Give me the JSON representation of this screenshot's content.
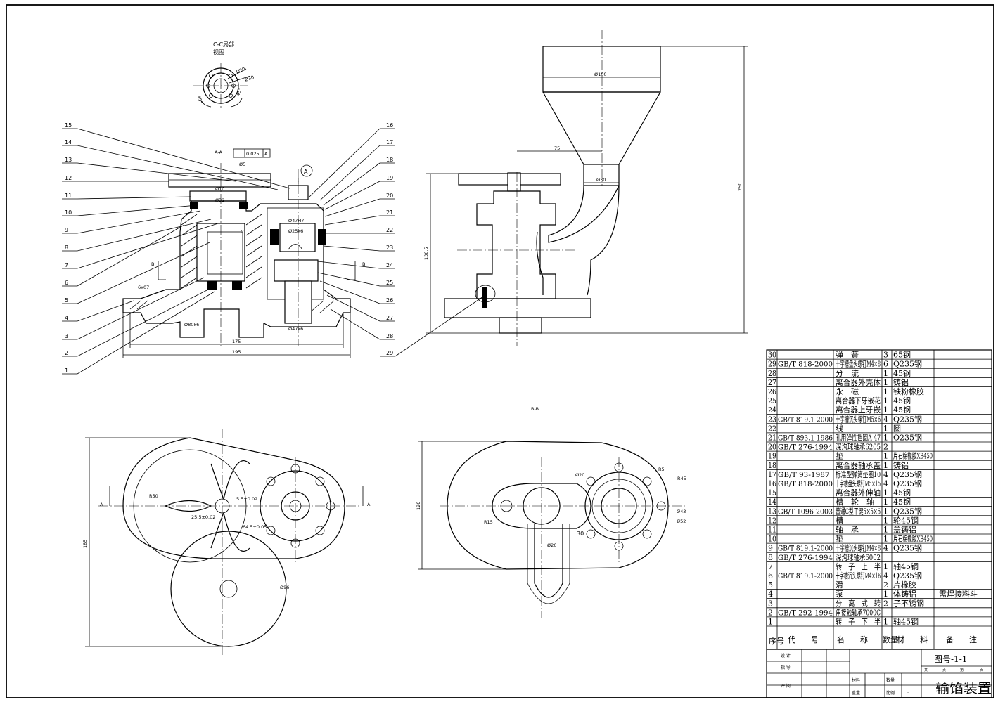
{
  "views": {
    "cc_title": "C-C局部",
    "cc_title2": "视图",
    "cc_dims": [
      "Ø20",
      "Ø30",
      "45°",
      "45°"
    ],
    "section_aa": "A-A",
    "tolerance": "0.025",
    "datum": "A",
    "bb_title": "B-B"
  },
  "balloons_left": [
    "15",
    "14",
    "13",
    "12",
    "11",
    "10",
    "9",
    "8",
    "7",
    "6",
    "5",
    "4",
    "3",
    "2",
    "1"
  ],
  "balloons_right": [
    "16",
    "17",
    "18",
    "19",
    "20",
    "21",
    "22",
    "23",
    "24",
    "25",
    "26",
    "27",
    "28",
    "29"
  ],
  "dims_front": {
    "d1": "Ø5",
    "d2": "Ø10",
    "d3": "Ø32",
    "d4": "Ø47H7",
    "d5": "Ø25k6",
    "d6": "6x07",
    "d7": "Ø80k6",
    "d8": "Ø47k6",
    "d9": "175",
    "d10": "195",
    "mark_c": "C",
    "mark_b": "B"
  },
  "dims_side": {
    "d100": "Ø100",
    "d75": "75",
    "d30": "Ø30",
    "d250": "250",
    "d136": "136.5"
  },
  "dims_plan": {
    "r50": "R50",
    "d55": "5.5±0.02",
    "d255": "25.5±0.02",
    "d645": "64.5±0.05",
    "d96": "Ø96",
    "d185": "185",
    "a": "A"
  },
  "dims_bb": {
    "d120": "120",
    "r5": "R5",
    "r45": "R45",
    "d43": "Ø43",
    "d52": "Ø52",
    "r15": "R15",
    "d26": "Ø26",
    "d30": "30",
    "d20": "Ø20"
  },
  "bom": [
    {
      "no": "30",
      "code": "",
      "name": "弹　簧",
      "qty": "3",
      "mat": "65钢",
      "note": ""
    },
    {
      "no": "29",
      "code": "GB/T 818-2000",
      "name": "十字槽盘头螺钉M4×8",
      "qty": "6",
      "mat": "Q235钢",
      "note": ""
    },
    {
      "no": "28",
      "code": "",
      "name": "分　流",
      "qty": "1",
      "mat": "45钢",
      "note": ""
    },
    {
      "no": "27",
      "code": "",
      "name": "离合器外壳体",
      "qty": "1",
      "mat": "铸铝",
      "note": ""
    },
    {
      "no": "26",
      "code": "",
      "name": "永　磁",
      "qty": "1",
      "mat": "铁粉橡胶",
      "note": ""
    },
    {
      "no": "25",
      "code": "",
      "name": "离合器下牙嵌花",
      "qty": "1",
      "mat": "45钢",
      "note": ""
    },
    {
      "no": "24",
      "code": "",
      "name": "离合器上牙嵌",
      "qty": "1",
      "mat": "45钢",
      "note": ""
    },
    {
      "no": "23",
      "code": "GB/T 819.1-2000",
      "name": "十字槽沉头螺钉M5×6",
      "qty": "4",
      "mat": "Q235钢",
      "note": ""
    },
    {
      "no": "22",
      "code": "",
      "name": "线",
      "qty": "1",
      "mat": "圈",
      "note": ""
    },
    {
      "no": "21",
      "code": "GB/T 893.1-1986",
      "name": "孔用弹性挡圈A-47",
      "qty": "1",
      "mat": "Q235钢",
      "note": ""
    },
    {
      "no": "20",
      "code": "GB/T 276-1994",
      "name": "深沟球轴承6205",
      "qty": "2",
      "mat": "",
      "note": ""
    },
    {
      "no": "19",
      "code": "",
      "name": "垫",
      "qty": "1",
      "mat": "片石棉橡胶XB450",
      "note": ""
    },
    {
      "no": "18",
      "code": "",
      "name": "离合器轴承盖",
      "qty": "1",
      "mat": "铸铝",
      "note": ""
    },
    {
      "no": "17",
      "code": "GB/T 93-1987",
      "name": "标准型弹簧垫圈10",
      "qty": "4",
      "mat": "Q235钢",
      "note": ""
    },
    {
      "no": "16",
      "code": "GB/T 818-2000",
      "name": "十字槽盘头螺钉M5×15",
      "qty": "4",
      "mat": "Q235钢",
      "note": ""
    },
    {
      "no": "15",
      "code": "",
      "name": "离合器外伸轴",
      "qty": "1",
      "mat": "45钢",
      "note": ""
    },
    {
      "no": "14",
      "code": "",
      "name": "槽　轮　轴",
      "qty": "1",
      "mat": "45钢",
      "note": ""
    },
    {
      "no": "13",
      "code": "GB/T 1096-2003",
      "name": "普通C型平键5×5×6",
      "qty": "1",
      "mat": "Q235钢",
      "note": ""
    },
    {
      "no": "12",
      "code": "",
      "name": "槽",
      "qty": "1",
      "mat": "轮45钢",
      "note": ""
    },
    {
      "no": "11",
      "code": "",
      "name": "轴　承",
      "qty": "1",
      "mat": "盖铸铝",
      "note": ""
    },
    {
      "no": "10",
      "code": "",
      "name": "垫",
      "qty": "1",
      "mat": "片石棉橡胶XB450",
      "note": ""
    },
    {
      "no": "9",
      "code": "GB/T 819.1-2000",
      "name": "十字槽沉头螺钉M4×8",
      "qty": "4",
      "mat": "Q235钢",
      "note": ""
    },
    {
      "no": "8",
      "code": "GB/T 276-1994",
      "name": "深沟球轴承6002",
      "qty": "",
      "mat": "",
      "note": ""
    },
    {
      "no": "7",
      "code": "",
      "name": "转　子　上　半",
      "qty": "1",
      "mat": "轴45钢",
      "note": ""
    },
    {
      "no": "6",
      "code": "GB/T 819.1-2000",
      "name": "十字槽沉头螺钉M4×16",
      "qty": "4",
      "mat": "Q235钢",
      "note": ""
    },
    {
      "no": "5",
      "code": "",
      "name": "滑",
      "qty": "2",
      "mat": "片橡胶",
      "note": ""
    },
    {
      "no": "4",
      "code": "",
      "name": "泵",
      "qty": "1",
      "mat": "体铸铝",
      "note": "需焊接料斗"
    },
    {
      "no": "3",
      "code": "",
      "name": "分　离　式　转",
      "qty": "2",
      "mat": "子不锈钢",
      "note": ""
    },
    {
      "no": "2",
      "code": "GB/T 292-1994",
      "name": "角接触轴承7000C",
      "qty": "",
      "mat": "",
      "note": ""
    },
    {
      "no": "1",
      "code": "",
      "name": "转　子　下　半",
      "qty": "1",
      "mat": "轴45钢",
      "note": ""
    }
  ],
  "bom_header": {
    "no": "序号",
    "code": "代　　号",
    "name": "名　　称",
    "qty": "数量",
    "mat": "材　　料",
    "note": "备　　注"
  },
  "title_block": {
    "design": "设 计",
    "guide": "指 导",
    "review": "评 阅",
    "material": "材料",
    "weight": "重量",
    "quantity": "数量",
    "scale": "比例",
    "scale_sep": ":",
    "drawing_no": "图号-1-1",
    "sheets_total": "共",
    "sheets_page": "页",
    "sheets_no": "第",
    "sheets_page2": "页",
    "product": "输馅装置"
  }
}
